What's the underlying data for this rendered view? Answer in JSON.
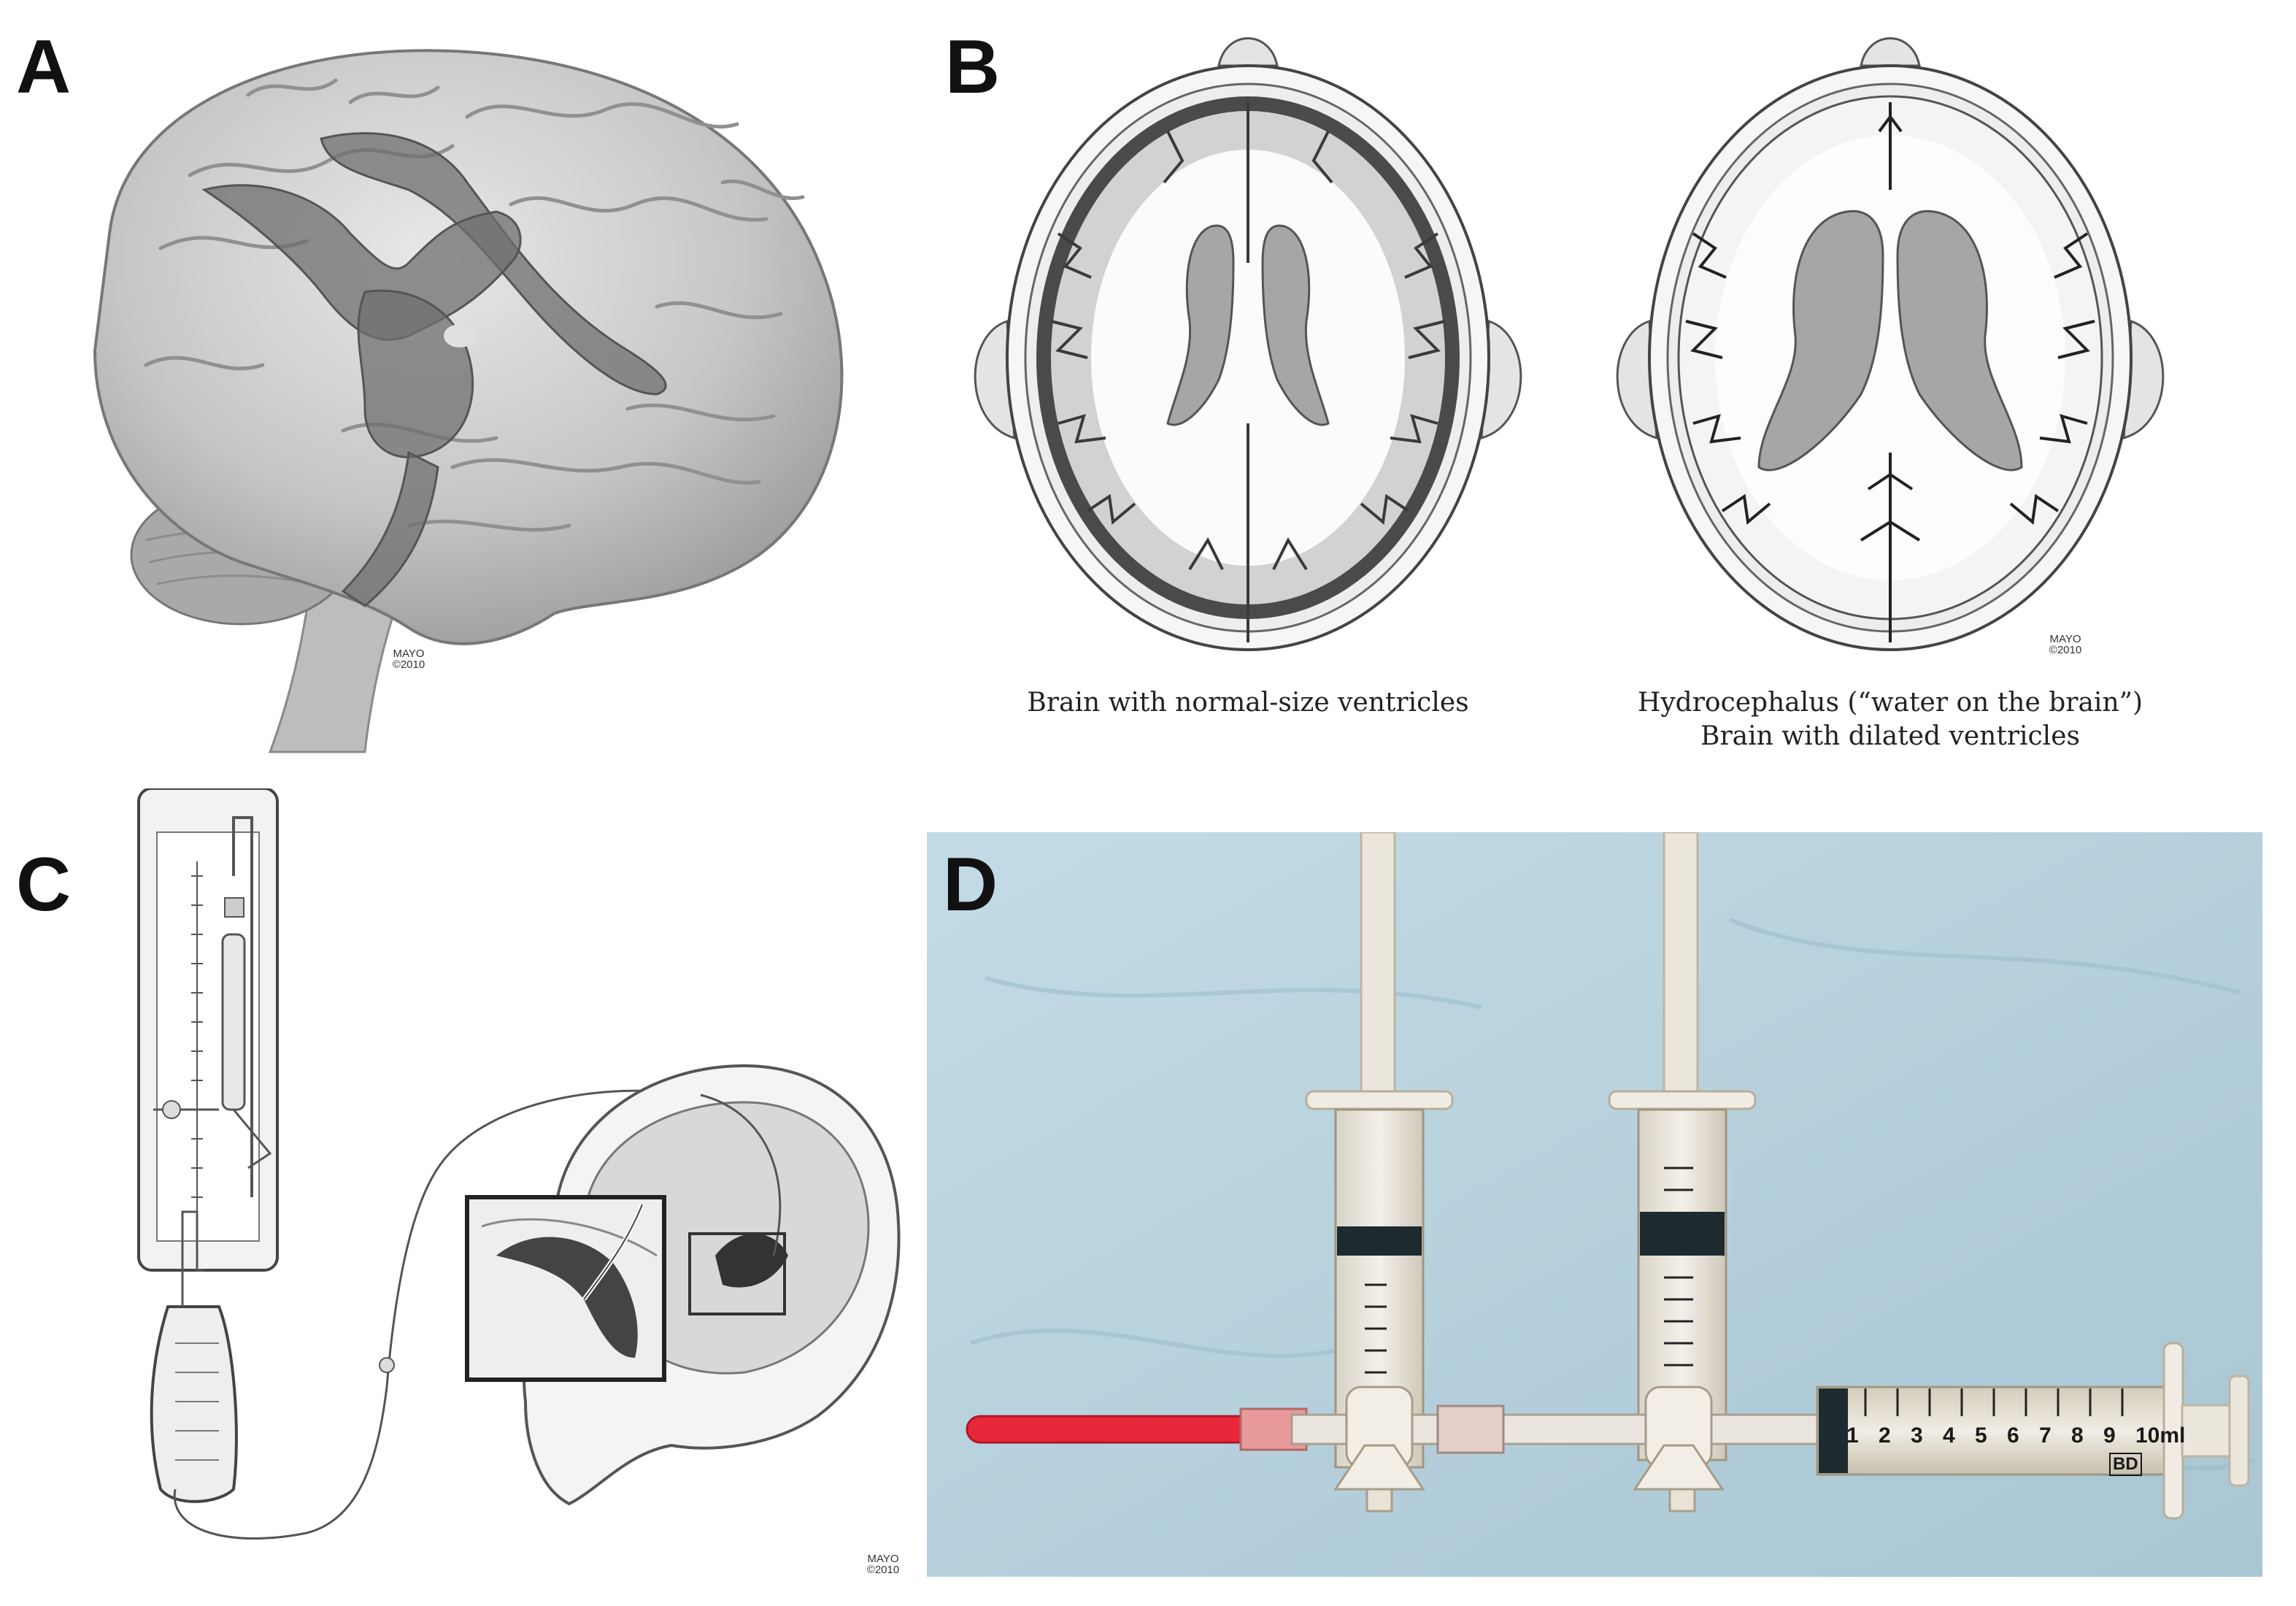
{
  "panels": {
    "a": {
      "label": "A",
      "credit_name": "MAYO",
      "credit_year": "©2010"
    },
    "b": {
      "label": "B",
      "left_caption": "Brain with normal-size ventricles",
      "right_caption_line1": "Hydrocephalus (“water on the brain”)",
      "right_caption_line2": "Brain with dilated ventricles",
      "credit_name": "MAYO",
      "credit_year": "©2010"
    },
    "c": {
      "label": "C",
      "credit_name": "MAYO",
      "credit_year": "©2010"
    },
    "d": {
      "label": "D",
      "syringe_scale": [
        "1",
        "2",
        "3",
        "4",
        "5",
        "6",
        "7",
        "8",
        "9",
        "10ml"
      ],
      "syringe_brand": "BD"
    }
  },
  "colors": {
    "brain_gray": "#b9b9b9",
    "ventricle_gray": "#6f6f6f",
    "drape_blue": "#b8d2de",
    "needle_red": "#e8283a",
    "fluid_dark": "#1d2a30"
  }
}
